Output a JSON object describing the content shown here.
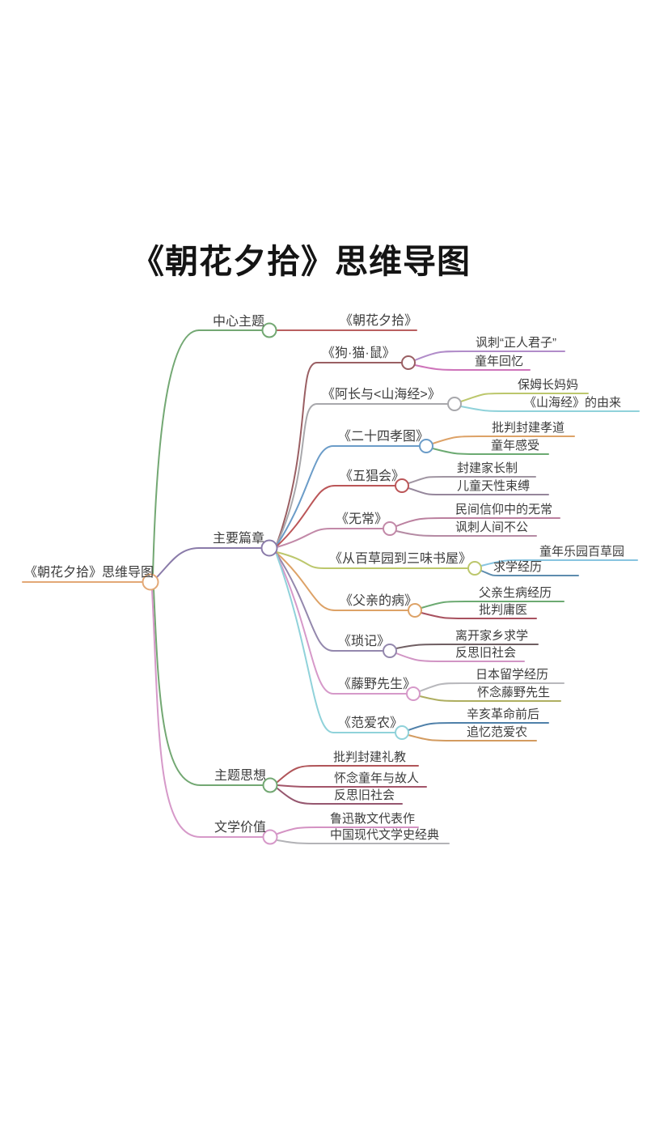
{
  "page_title": "《朝花夕拾》思维导图",
  "palette": {
    "root_orange": "#e3a876",
    "green": "#73a873",
    "title_red": "#b95f60",
    "purple": "#8a7ba9",
    "maroon": "#9a5f63",
    "lavender": "#b18cc9",
    "magenta": "#ce74ba",
    "gray": "#a8a8ac",
    "olive": "#bcc76c",
    "cyan": "#90d2da",
    "blue": "#6b9cc8",
    "orange": "#dda267",
    "leaf_green": "#6caa72",
    "red": "#bb5658",
    "gray_mauve": "#a095a2",
    "mauve2": "#95869b",
    "pink_mauve": "#c289a8",
    "mauve": "#bb809f",
    "mauve3": "#b58ba4",
    "light_blue": "#87c4e0",
    "steel_blue": "#4f80a9",
    "steel_blue2": "#5d8cae",
    "dark_red": "#a8515f",
    "slate_purple": "#9488ad",
    "dark_taupe": "#6f5e62",
    "pink": "#d699c9",
    "pink_light": "#d194c4",
    "light_gray": "#b8b8bc",
    "olive_dark": "#aeae60",
    "orange2": "#d39b60",
    "t_red": "#b05559",
    "t_maroon": "#a35569",
    "t_mauve": "#96576f",
    "v_pink": "#d492c3",
    "v_gray": "#b3b3b7",
    "text": "#3c3c3c"
  },
  "mindmap": {
    "root": {
      "label": "《朝花夕拾》思维导图"
    },
    "branches": [
      {
        "label": "中心主题",
        "children": [
          {
            "label": "《朝花夕拾》"
          }
        ]
      },
      {
        "label": "主要篇章",
        "children": [
          {
            "label": "《狗·猫·鼠》",
            "children": [
              {
                "label": "讽刺“正人君子”"
              },
              {
                "label": "童年回忆"
              }
            ]
          },
          {
            "label": "《阿长与<山海经>》",
            "children": [
              {
                "label": "保姆长妈妈"
              },
              {
                "label": "《山海经》的由来"
              }
            ]
          },
          {
            "label": "《二十四孝图》",
            "children": [
              {
                "label": "批判封建孝道"
              },
              {
                "label": "童年感受"
              }
            ]
          },
          {
            "label": "《五猖会》",
            "children": [
              {
                "label": "封建家长制"
              },
              {
                "label": "儿童天性束缚"
              }
            ]
          },
          {
            "label": "《无常》",
            "children": [
              {
                "label": "民间信仰中的无常"
              },
              {
                "label": "讽刺人间不公"
              }
            ]
          },
          {
            "label": "《从百草园到三味书屋》",
            "children": [
              {
                "label": "童年乐园百草园"
              },
              {
                "label": "求学经历"
              }
            ]
          },
          {
            "label": "《父亲的病》",
            "children": [
              {
                "label": "父亲生病经历"
              },
              {
                "label": "批判庸医"
              }
            ]
          },
          {
            "label": "《琐记》",
            "children": [
              {
                "label": "离开家乡求学"
              },
              {
                "label": "反思旧社会"
              }
            ]
          },
          {
            "label": "《藤野先生》",
            "children": [
              {
                "label": "日本留学经历"
              },
              {
                "label": "怀念藤野先生"
              }
            ]
          },
          {
            "label": "《范爱农》",
            "children": [
              {
                "label": "辛亥革命前后"
              },
              {
                "label": "追忆范爱农"
              }
            ]
          }
        ]
      },
      {
        "label": "主题思想",
        "children": [
          {
            "label": "批判封建礼教"
          },
          {
            "label": "怀念童年与故人"
          },
          {
            "label": "反思旧社会"
          }
        ]
      },
      {
        "label": "文学价值",
        "children": [
          {
            "label": "鲁迅散文代表作"
          },
          {
            "label": "中国现代文学史经典"
          }
        ]
      }
    ]
  }
}
